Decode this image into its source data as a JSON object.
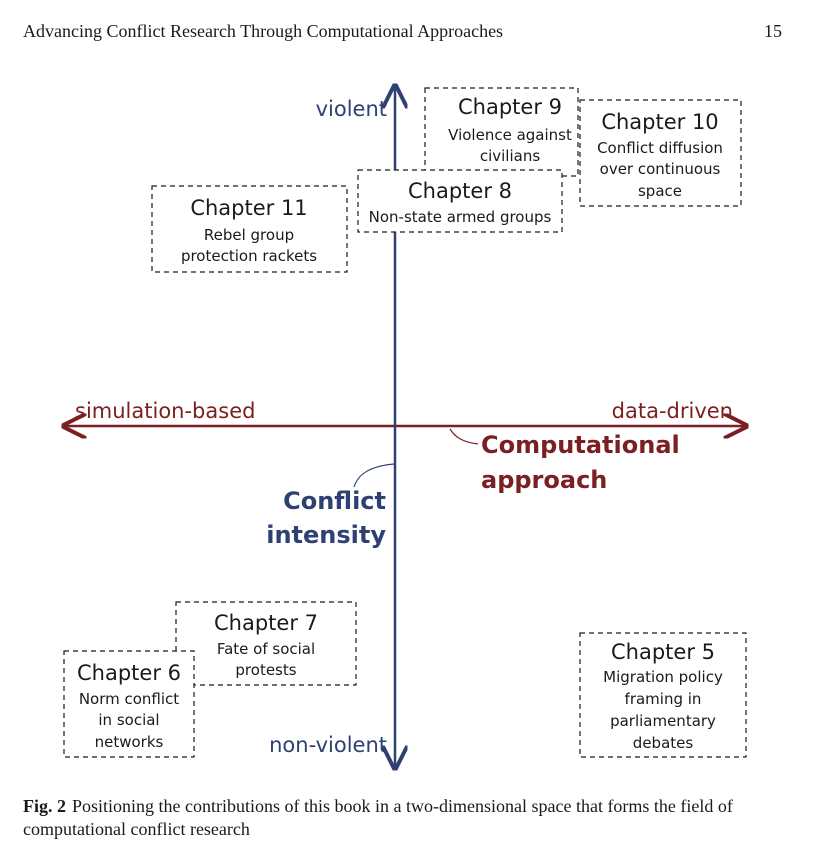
{
  "header": {
    "running_title": "Advancing Conflict Research Through Computational Approaches",
    "page_number": "15"
  },
  "figure": {
    "vertical_axis": {
      "top_label": "violent",
      "bottom_label": "non-violent",
      "title_line1": "Conflict",
      "title_line2": "intensity",
      "color": "#2f4173"
    },
    "horizontal_axis": {
      "left_label": "simulation-based",
      "right_label": "data-driven",
      "title_line1": "Computational",
      "title_line2": "approach",
      "color": "#7a1f22"
    },
    "chapters": {
      "ch9": {
        "title": "Chapter 9",
        "lines": [
          "Violence against",
          "civilians"
        ]
      },
      "ch10": {
        "title": "Chapter 10",
        "lines": [
          "Conflict diffusion",
          "over continuous",
          "space"
        ]
      },
      "ch11": {
        "title": "Chapter 11",
        "lines": [
          "Rebel group",
          "protection rackets"
        ]
      },
      "ch8": {
        "title": "Chapter 8",
        "lines": [
          "Non-state armed groups"
        ]
      },
      "ch7": {
        "title": "Chapter 7",
        "lines": [
          "Fate of social",
          "protests"
        ]
      },
      "ch6": {
        "title": "Chapter 6",
        "lines": [
          "Norm conflict",
          "in social",
          "networks"
        ]
      },
      "ch5": {
        "title": "Chapter 5",
        "lines": [
          "Migration policy",
          "framing in",
          "parliamentary",
          "debates"
        ]
      }
    }
  },
  "caption": {
    "label": "Fig. 2",
    "text": "Positioning the contributions of this book in a two-dimensional space that forms the field of computational conflict research"
  }
}
